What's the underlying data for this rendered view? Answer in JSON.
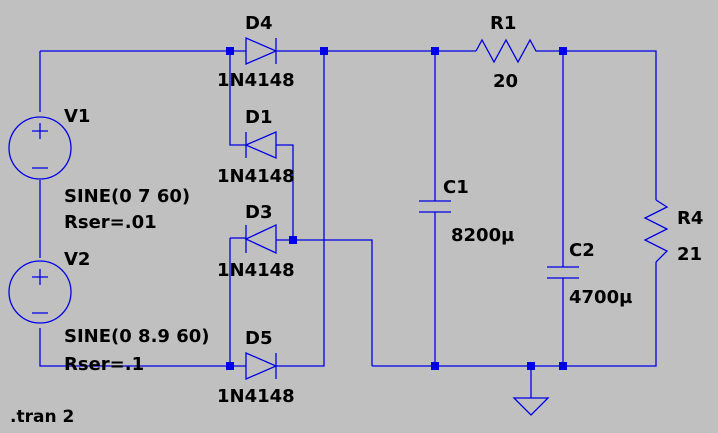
{
  "colors": {
    "wire": "#0000e6",
    "background": "#c0c0c0",
    "text": "#000000"
  },
  "sources": {
    "v1": {
      "name": "V1",
      "func": "SINE(0 7 60)",
      "rser": "Rser=.01"
    },
    "v2": {
      "name": "V2",
      "func": "SINE(0 8.9 60)",
      "rser": "Rser=.1"
    }
  },
  "diodes": {
    "d4": {
      "name": "D4",
      "model": "1N4148"
    },
    "d1": {
      "name": "D1",
      "model": "1N4148"
    },
    "d3": {
      "name": "D3",
      "model": "1N4148"
    },
    "d5": {
      "name": "D5",
      "model": "1N4148"
    }
  },
  "resistors": {
    "r1": {
      "name": "R1",
      "value": "20"
    },
    "r4": {
      "name": "R4",
      "value": "21"
    }
  },
  "capacitors": {
    "c1": {
      "name": "C1",
      "value": "8200µ"
    },
    "c2": {
      "name": "C2",
      "value": "4700µ"
    }
  },
  "directive": ".tran 2",
  "icons": {
    "ground": "ground-icon",
    "voltage_source": "sine-source-icon"
  }
}
